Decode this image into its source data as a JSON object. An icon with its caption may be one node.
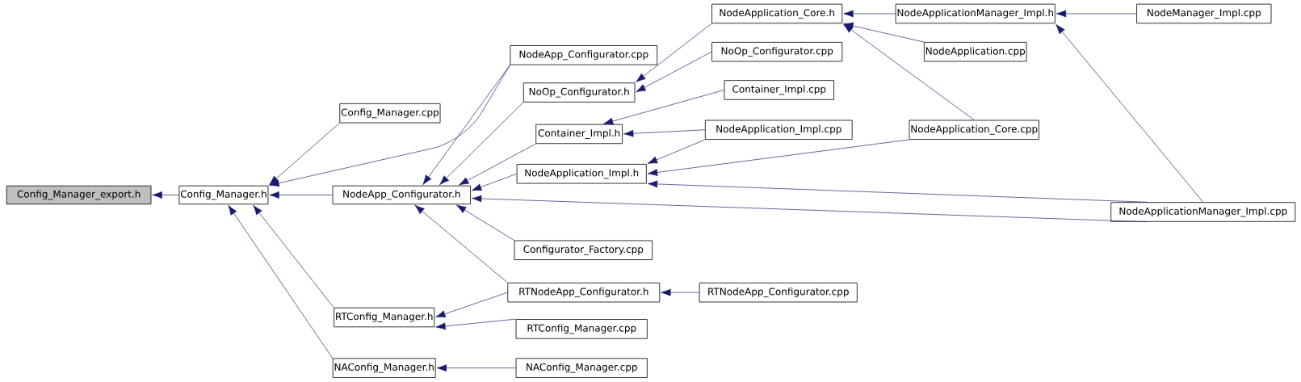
{
  "diagram": {
    "nodes": [
      {
        "text": [
          "Config_Manager_export.h"
        ]
      },
      {
        "text": [
          "Config_Manager.h"
        ]
      },
      {
        "text": [
          "Config_Manager.cpp"
        ]
      },
      {
        "text": [
          "NodeApp_Configurator.h"
        ]
      },
      {
        "text": [
          "RTConfig_Manager.h"
        ]
      },
      {
        "text": [
          "NAConfig_Manager.h"
        ]
      },
      {
        "text": [
          "NodeApp_Configurator.cpp"
        ]
      },
      {
        "text": [
          "NoOp_Configurator.h"
        ]
      },
      {
        "text": [
          "Container_Impl.h"
        ]
      },
      {
        "text": [
          "NodeApplication_Impl.h"
        ]
      },
      {
        "text": [
          "Configurator_Factory.cpp"
        ]
      },
      {
        "text": [
          "RTNodeApp_Configurator.h"
        ]
      },
      {
        "text": [
          "RTConfig_Manager.cpp"
        ]
      },
      {
        "text": [
          "NAConfig_Manager.cpp"
        ]
      },
      {
        "text": [
          "NodeApplication_Core.h"
        ]
      },
      {
        "text": [
          "NoOp_Configurator.cpp"
        ]
      },
      {
        "text": [
          "Container_Impl.cpp"
        ]
      },
      {
        "text": [
          "NodeApplication_Impl.cpp"
        ]
      },
      {
        "text": [
          "RTNodeApp_Configurator.cpp"
        ]
      },
      {
        "text": [
          "NodeApplicationManager_Impl.h"
        ]
      },
      {
        "text": [
          "NodeApplication.cpp"
        ]
      },
      {
        "text": [
          "NodeApplication_Core.cpp"
        ]
      },
      {
        "text": [
          "NodeApplicationManager_Impl.cpp"
        ]
      },
      {
        "text": [
          "NodeManager_Impl.cpp"
        ]
      }
    ],
    "edges": [
      {
        "from": 1,
        "to": 0,
        "arrow": "to"
      },
      {
        "from": 2,
        "to": 1,
        "arrow": "to"
      },
      {
        "from": 3,
        "to": 1,
        "arrow": "to"
      },
      {
        "from": 4,
        "to": 1,
        "arrow": "to"
      },
      {
        "from": 5,
        "to": 1,
        "arrow": "to"
      },
      {
        "from": 6,
        "to": 1,
        "arrow": "to"
      },
      {
        "from": 6,
        "to": 3,
        "arrow": "to"
      },
      {
        "from": 7,
        "to": 3,
        "arrow": "to"
      },
      {
        "from": 8,
        "to": 3,
        "arrow": "to"
      },
      {
        "from": 9,
        "to": 3,
        "arrow": "to"
      },
      {
        "from": 10,
        "to": 3,
        "arrow": "to"
      },
      {
        "from": 11,
        "to": 3,
        "arrow": "to"
      },
      {
        "from": 22,
        "to": 3,
        "arrow": "to"
      },
      {
        "from": 11,
        "to": 4,
        "arrow": "to"
      },
      {
        "from": 12,
        "to": 4,
        "arrow": "to"
      },
      {
        "from": 13,
        "to": 5,
        "arrow": "to"
      },
      {
        "from": 14,
        "to": 7,
        "arrow": "to"
      },
      {
        "from": 15,
        "to": 7,
        "arrow": "to"
      },
      {
        "from": 16,
        "to": 8,
        "arrow": "to"
      },
      {
        "from": 17,
        "to": 8,
        "arrow": "to"
      },
      {
        "from": 17,
        "to": 9,
        "arrow": "to"
      },
      {
        "from": 21,
        "to": 9,
        "arrow": "to"
      },
      {
        "from": 22,
        "to": 9,
        "arrow": "to"
      },
      {
        "from": 18,
        "to": 11,
        "arrow": "to"
      },
      {
        "from": 19,
        "to": 14,
        "arrow": "to"
      },
      {
        "from": 20,
        "to": 14,
        "arrow": "to"
      },
      {
        "from": 21,
        "to": 14,
        "arrow": "to"
      },
      {
        "from": 22,
        "to": 19,
        "arrow": "to"
      },
      {
        "from": 23,
        "to": 19,
        "arrow": "to"
      }
    ]
  }
}
